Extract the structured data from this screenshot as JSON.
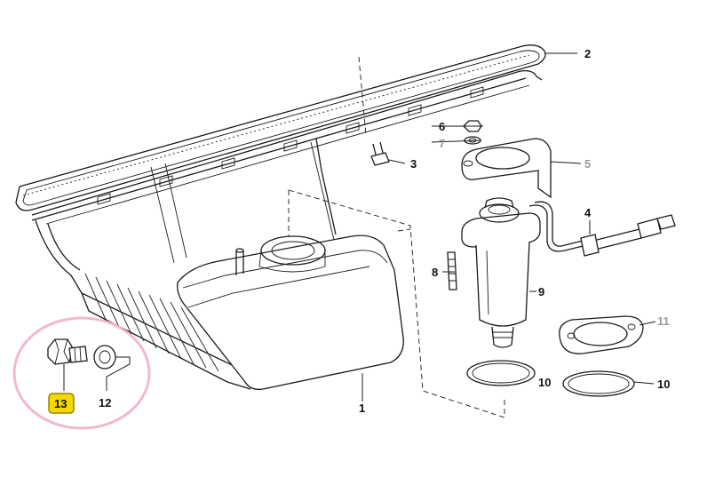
{
  "diagram": {
    "selected_part": "13",
    "callouts": [
      {
        "id": "1",
        "label": "1",
        "state": "normal"
      },
      {
        "id": "2",
        "label": "2",
        "state": "normal"
      },
      {
        "id": "3",
        "label": "3",
        "state": "normal"
      },
      {
        "id": "4",
        "label": "4",
        "state": "normal"
      },
      {
        "id": "5",
        "label": "5",
        "state": "dimmed"
      },
      {
        "id": "6",
        "label": "6",
        "state": "normal"
      },
      {
        "id": "7",
        "label": "7",
        "state": "dimmed"
      },
      {
        "id": "8",
        "label": "8",
        "state": "normal"
      },
      {
        "id": "9",
        "label": "9",
        "state": "normal"
      },
      {
        "id": "10a",
        "label": "10",
        "state": "normal"
      },
      {
        "id": "10b",
        "label": "10",
        "state": "normal"
      },
      {
        "id": "11",
        "label": "11",
        "state": "dimmed"
      },
      {
        "id": "12",
        "label": "12",
        "state": "normal"
      },
      {
        "id": "13",
        "label": "13",
        "state": "highlighted"
      }
    ],
    "colors": {
      "highlight_fill": "#f5d800",
      "highlight_border": "#9a8600",
      "focus_ring": "#f2b8cf",
      "dimmed_label": "#9a9a9a",
      "line": "#1a1a1a"
    }
  }
}
